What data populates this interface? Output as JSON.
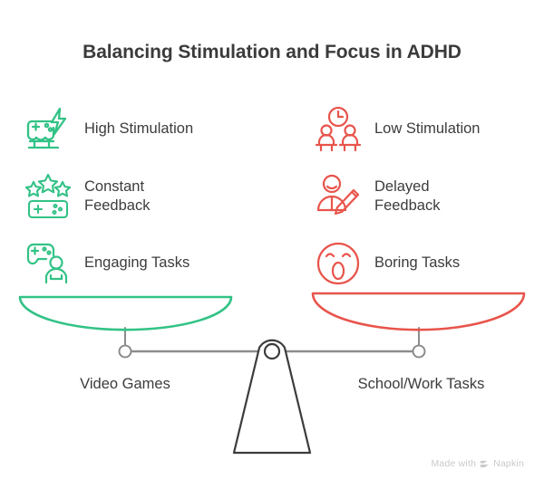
{
  "page": {
    "title": "Balancing Stimulation and Focus in ADHD",
    "background_color": "#ffffff",
    "text_color": "#3c3c3c"
  },
  "colors": {
    "green": "#32c286",
    "red": "#e8544b",
    "gray": "#8c8c8c",
    "dark": "#3c3c3c",
    "watermark": "#c9c9c9"
  },
  "left_column": {
    "side": "green",
    "items": [
      {
        "icon": "console-lightning-icon",
        "label": "High Stimulation"
      },
      {
        "icon": "stars-gamepad-icon",
        "label": "Constant\nFeedback"
      },
      {
        "icon": "gamepad-person-icon",
        "label": "Engaging Tasks"
      }
    ]
  },
  "right_column": {
    "side": "red",
    "items": [
      {
        "icon": "clock-people-desks-icon",
        "label": "Low Stimulation"
      },
      {
        "icon": "person-pencil-icon",
        "label": "Delayed\nFeedback"
      },
      {
        "icon": "yawning-face-icon",
        "label": "Boring Tasks"
      }
    ]
  },
  "scale": {
    "left_pan_label": "Video Games",
    "right_pan_label": "School/Work Tasks",
    "left_pan_color": "#32c286",
    "right_pan_color": "#e8544b"
  },
  "watermark": {
    "prefix": "Made with",
    "brand": "Napkin"
  }
}
